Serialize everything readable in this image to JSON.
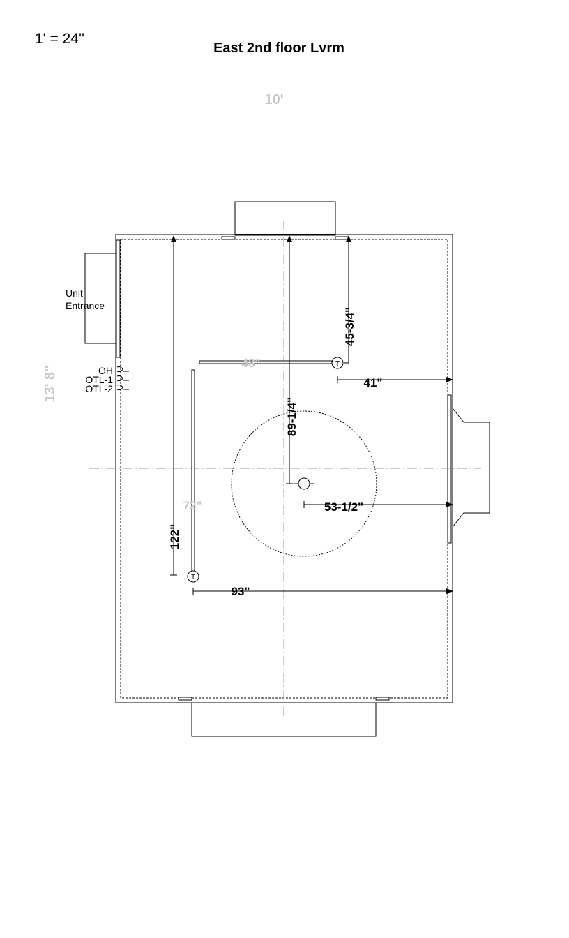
{
  "drawing": {
    "scale": "1' = 24''",
    "title": "East 2nd floor Lvrm",
    "room_width": "10'",
    "room_depth": "13' 8''"
  },
  "entrance": {
    "line1": "Unit",
    "line2": "Entrance"
  },
  "switches": [
    "OH",
    "OTL-1",
    "OTL-2"
  ],
  "thermostat_symbol": "T",
  "dimensions": {
    "wall_48": "48\"",
    "wall_72": "72\"",
    "t1_to_top": "45-3/4\"",
    "t1_to_right": "41\"",
    "center_to_top": "89-1/4\"",
    "center_to_right": "53-1/2\"",
    "t2_to_top": "122\"",
    "t2_to_right": "93\""
  },
  "colors": {
    "line": "#000000",
    "faded_text": "#c8c8c8",
    "centerline": "#9a9a9a"
  }
}
